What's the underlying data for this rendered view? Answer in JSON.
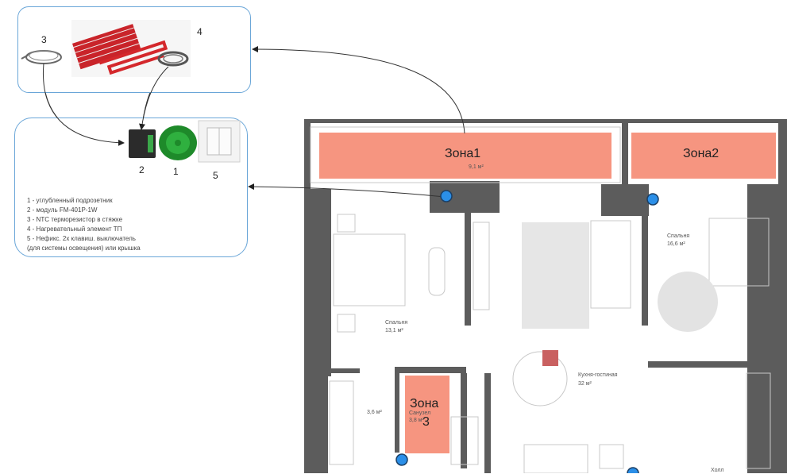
{
  "components": {
    "n1": "1",
    "n2": "2",
    "n3": "3",
    "n4": "4",
    "n5": "5"
  },
  "legend": [
    "1 - углубленный подрозетник",
    "2 - модуль FM-401P-1W",
    "3 - NTC терморезистор в стяжке",
    "4 - Нагревательный элемент ТП",
    "5 - Нефикс. 2х клавиш. выключатель",
    "(для системы освещения) или крышка"
  ],
  "zones": {
    "zone1": "Зона1",
    "zone2": "Зона2",
    "zone3_line1": "Зона",
    "zone3_line2": "3"
  },
  "rooms": {
    "bedroom1_name": "Спальня",
    "bedroom1_area": "13,1 м²",
    "bedroom2_name": "Спальня",
    "bedroom2_area": "16,6 м²",
    "kitchen_name": "Кухня-гостиная",
    "kitchen_area": "32 м²",
    "loggia_area": "9,1 м²",
    "storage_area": "3,6 м²",
    "bathroom_name": "Санузел",
    "bathroom_area": "3,8 м²",
    "hall_name": "Холл"
  },
  "colors": {
    "zone_fill": "#f58a72",
    "callout_border": "#6aa6d8",
    "sensor_dot": "#2b8fe8"
  }
}
